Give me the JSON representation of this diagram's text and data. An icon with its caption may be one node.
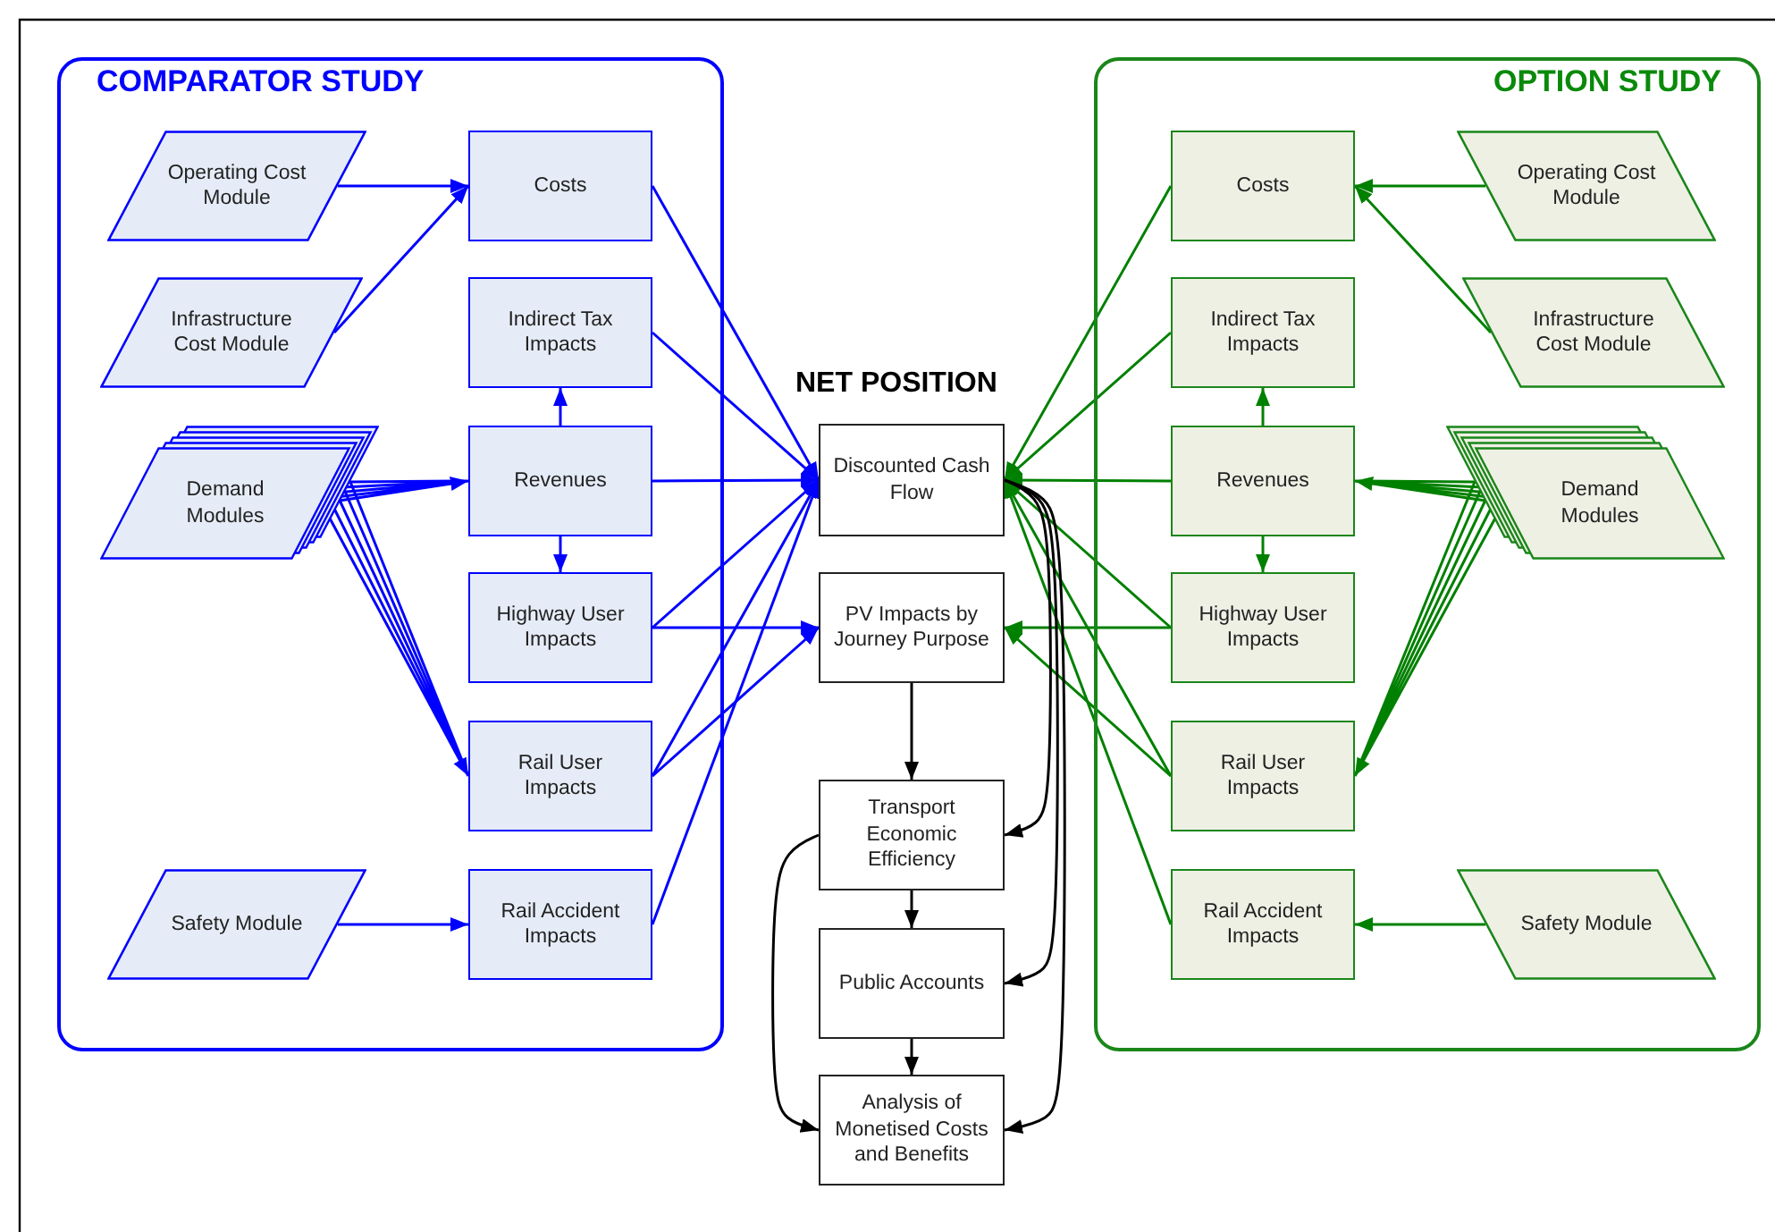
{
  "diagram": {
    "nodes": [
      {
        "text": [
          "COMPARATOR STUDY"
        ]
      },
      {
        "text": [
          "Operating Cost Module"
        ],
        "in": 0
      },
      {
        "text": [
          "Costs"
        ],
        "in": 0
      },
      {
        "text": [
          "Infrastructure Cost Module"
        ],
        "in": 0
      },
      {
        "text": [
          "Indirect Tax Impacts"
        ],
        "in": 0
      },
      {
        "text": [
          "Demand Modules"
        ],
        "in": 0
      },
      {
        "text": [
          "Revenues"
        ],
        "in": 0
      },
      {
        "text": [
          "Highway User Impacts"
        ],
        "in": 0
      },
      {
        "text": [
          "Rail User Impacts"
        ],
        "in": 0
      },
      {
        "text": [
          "Safety Module"
        ],
        "in": 0
      },
      {
        "text": [
          "Rail Accident Impacts"
        ],
        "in": 0
      },
      {
        "text": [
          "Discounted Cash Flow"
        ]
      },
      {
        "text": [
          "PV Impacts by Journey Purpose"
        ]
      },
      {
        "text": [
          "Transport Economic Efficiency"
        ]
      },
      {
        "text": [
          "Public Accounts"
        ]
      },
      {
        "text": [
          "Analysis of Monetised Costs and Benefits"
        ]
      },
      {
        "text": [
          "OPTION STUDY"
        ]
      },
      {
        "text": [
          "Costs"
        ],
        "in": 16
      },
      {
        "text": [
          "Operating Cost Module"
        ],
        "in": 16
      },
      {
        "text": [
          "Indirect Tax Impacts"
        ],
        "in": 16
      },
      {
        "text": [
          "Infrastructure Cost Module"
        ],
        "in": 16
      },
      {
        "text": [
          "Revenues"
        ],
        "in": 16
      },
      {
        "text": [
          "Demand Modules"
        ],
        "in": 16
      },
      {
        "text": [
          "Highway User Impacts"
        ],
        "in": 16
      },
      {
        "text": [
          "Rail User Impacts"
        ],
        "in": 16
      },
      {
        "text": [
          "Rail Accident Impacts"
        ],
        "in": 16
      },
      {
        "text": [
          "Safety Module"
        ],
        "in": 16
      }
    ],
    "edges": [
      {
        "from": 1,
        "to": 2,
        "arrow": "to",
        "color": "#0000ff"
      },
      {
        "from": 3,
        "to": 2,
        "arrow": "to",
        "color": "#0000ff"
      },
      {
        "from": 5,
        "to": 6,
        "arrow": "to",
        "color": "#0000ff"
      },
      {
        "from": 5,
        "to": 8,
        "arrow": "to",
        "color": "#0000ff"
      },
      {
        "from": 6,
        "to": 4,
        "arrow": "to",
        "color": "#0000ff"
      },
      {
        "from": 6,
        "to": 7,
        "arrow": "to",
        "color": "#0000ff"
      },
      {
        "from": 9,
        "to": 10,
        "arrow": "to",
        "color": "#0000ff"
      },
      {
        "from": 2,
        "to": 11,
        "arrow": "to",
        "color": "#0000ff"
      },
      {
        "from": 4,
        "to": 11,
        "arrow": "to",
        "color": "#0000ff"
      },
      {
        "from": 6,
        "to": 11,
        "arrow": "to",
        "color": "#0000ff"
      },
      {
        "from": 7,
        "to": 11,
        "arrow": "to",
        "color": "#0000ff"
      },
      {
        "from": 8,
        "to": 11,
        "arrow": "to",
        "color": "#0000ff"
      },
      {
        "from": 10,
        "to": 11,
        "arrow": "to",
        "color": "#0000ff"
      },
      {
        "from": 7,
        "to": 12,
        "arrow": "to",
        "color": "#0000ff"
      },
      {
        "from": 8,
        "to": 12,
        "arrow": "to",
        "color": "#0000ff"
      },
      {
        "from": 18,
        "to": 17,
        "arrow": "to",
        "color": "#008000"
      },
      {
        "from": 20,
        "to": 17,
        "arrow": "to",
        "color": "#008000"
      },
      {
        "from": 22,
        "to": 21,
        "arrow": "to",
        "color": "#008000"
      },
      {
        "from": 22,
        "to": 24,
        "arrow": "to",
        "color": "#008000"
      },
      {
        "from": 21,
        "to": 19,
        "arrow": "to",
        "color": "#008000"
      },
      {
        "from": 21,
        "to": 23,
        "arrow": "to",
        "color": "#008000"
      },
      {
        "from": 26,
        "to": 25,
        "arrow": "to",
        "color": "#008000"
      },
      {
        "from": 17,
        "to": 11,
        "arrow": "to",
        "color": "#008000"
      },
      {
        "from": 19,
        "to": 11,
        "arrow": "to",
        "color": "#008000"
      },
      {
        "from": 21,
        "to": 11,
        "arrow": "to",
        "color": "#008000"
      },
      {
        "from": 23,
        "to": 11,
        "arrow": "to",
        "color": "#008000"
      },
      {
        "from": 24,
        "to": 11,
        "arrow": "to",
        "color": "#008000"
      },
      {
        "from": 25,
        "to": 11,
        "arrow": "to",
        "color": "#008000"
      },
      {
        "from": 23,
        "to": 12,
        "arrow": "to",
        "color": "#008000"
      },
      {
        "from": 24,
        "to": 12,
        "arrow": "to",
        "color": "#008000"
      },
      {
        "from": 12,
        "to": 13,
        "arrow": "to",
        "color": "#000000"
      },
      {
        "from": 13,
        "to": 14,
        "arrow": "to",
        "color": "#000000"
      },
      {
        "from": 14,
        "to": 15,
        "arrow": "to",
        "color": "#000000"
      },
      {
        "from": 11,
        "to": 13,
        "arrow": "to",
        "color": "#000000"
      },
      {
        "from": 11,
        "to": 14,
        "arrow": "to",
        "color": "#000000"
      },
      {
        "from": 11,
        "to": 15,
        "arrow": "to",
        "color": "#000000"
      },
      {
        "from": 13,
        "to": 15,
        "arrow": "to",
        "color": "#000000"
      }
    ],
    "labels": [
      "NET POSITION"
    ]
  }
}
